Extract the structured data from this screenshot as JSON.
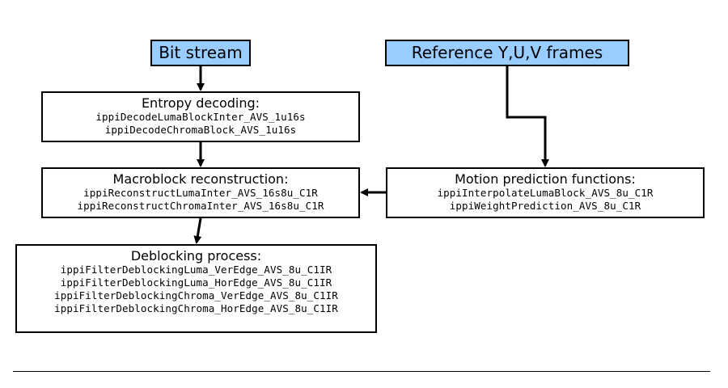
{
  "inputs": {
    "bitstream": "Bit stream",
    "reference_frames": "Reference Y,U,V frames"
  },
  "entropy": {
    "title": "Entropy decoding:",
    "functions": [
      "ippiDecodeLumaBlockInter_AVS_1u16s",
      "ippiDecodeChromaBlock_AVS_1u16s"
    ]
  },
  "macroblock": {
    "title": "Macroblock reconstruction:",
    "functions": [
      "ippiReconstructLumaInter_AVS_16s8u_C1R",
      "ippiReconstructChromaInter_AVS_16s8u_C1R"
    ]
  },
  "motion": {
    "title": "Motion prediction functions:",
    "functions": [
      "ippiInterpolateLumaBlock_AVS_8u_C1R",
      "ippiWeightPrediction_AVS_8u_C1R"
    ]
  },
  "deblocking": {
    "title": "Deblocking process:",
    "functions": [
      "ippiFilterDeblockingLuma_VerEdge_AVS_8u_C1IR",
      "ippiFilterDeblockingLuma_HorEdge_AVS_8u_C1IR",
      "ippiFilterDeblockingChroma_VerEdge_AVS_8u_C1IR",
      "ippiFilterDeblockingChroma_HorEdge_AVS_8u_C1IR"
    ]
  },
  "colors": {
    "input_fill": "#99ccff",
    "border": "#000000",
    "background": "#ffffff"
  }
}
